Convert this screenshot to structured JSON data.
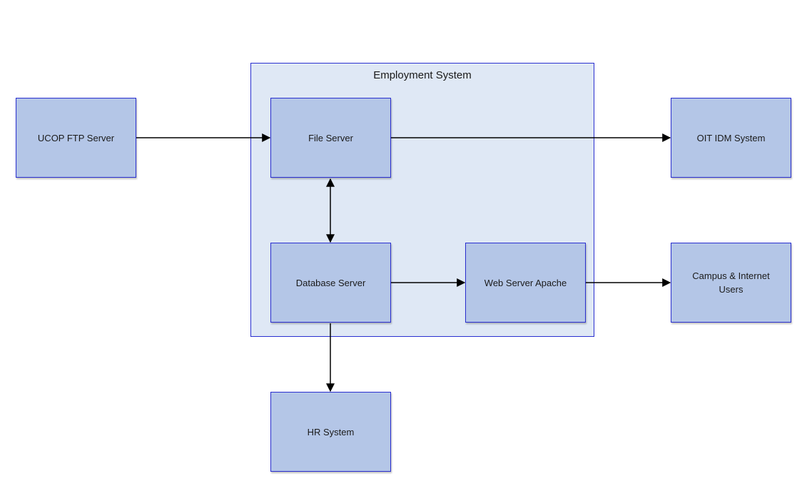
{
  "diagram": {
    "group": {
      "title": "Employment System"
    },
    "nodes": {
      "ucop": "UCOP FTP Server",
      "file_server": "File Server",
      "oit_idm": "OIT IDM System",
      "database_server": "Database Server",
      "web_server": "Web Server Apache",
      "campus_users": "Campus & Internet Users",
      "hr_system": "HR System"
    },
    "edges": [
      {
        "from": "UCOP FTP Server",
        "to": "File Server"
      },
      {
        "from": "File Server",
        "to": "OIT IDM System"
      },
      {
        "from": "File Server",
        "to": "Database Server",
        "bidirectional": true
      },
      {
        "from": "Database Server",
        "to": "Web Server Apache"
      },
      {
        "from": "Web Server Apache",
        "to": "Campus & Internet Users"
      },
      {
        "from": "Database Server",
        "to": "HR System"
      }
    ],
    "colors": {
      "node_fill": "#b4c6e7",
      "node_border": "#2a2fd0",
      "group_fill": "#dfe8f5",
      "edge": "#000000"
    }
  }
}
